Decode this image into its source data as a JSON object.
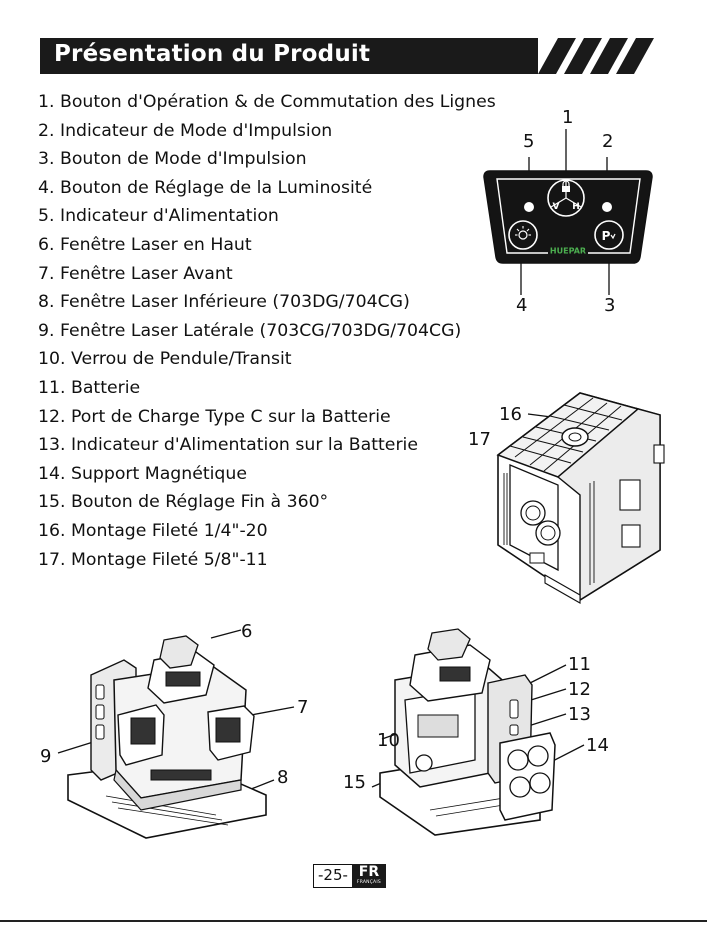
{
  "header": {
    "title": "Présentation du Produit"
  },
  "items": [
    "1. Bouton d'Opération & de Commutation des Lignes",
    "2. Indicateur de Mode d'Impulsion",
    "3. Bouton de Mode d'Impulsion",
    "4. Bouton de Réglage de la Luminosité",
    "5. Indicateur d'Alimentation",
    "6. Fenêtre Laser en Haut",
    "7. Fenêtre Laser Avant",
    "8. Fenêtre Laser Inférieure (703DG/704CG)",
    "9. Fenêtre Laser Latérale (703CG/703DG/704CG)",
    "10. Verrou de Pendule/Transit",
    "11. Batterie",
    "12. Port de Charge Type C sur la Batterie",
    "13. Indicateur d'Alimentation sur la Batterie",
    "14. Support Magnétique",
    "15. Bouton de Réglage Fin à 360°",
    "16. Montage Fileté 1/4\"-20",
    "17. Montage Fileté 5/8\"-11"
  ],
  "panel": {
    "brand": "HUEPAR",
    "key_v": "V",
    "key_h": "H",
    "callouts": [
      "1",
      "2",
      "3",
      "4",
      "5"
    ]
  },
  "base_callouts": [
    "16",
    "17"
  ],
  "front_callouts": [
    "6",
    "7",
    "8",
    "9"
  ],
  "side_callouts": [
    "10",
    "11",
    "12",
    "13",
    "14",
    "15"
  ],
  "footer": {
    "page": "-25-",
    "lang": "FR",
    "lang_sub": "FRANÇAIS"
  },
  "colors": {
    "header_bg": "#1a1a1a",
    "header_text": "#ffffff",
    "panel_brand": "#4caf50"
  }
}
